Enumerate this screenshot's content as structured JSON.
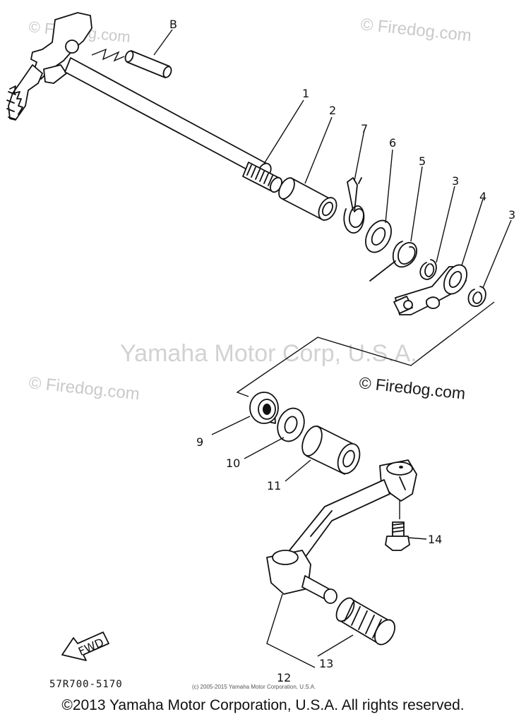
{
  "diagram": {
    "callouts": {
      "b": "B",
      "p1": "1",
      "p2": "2",
      "p3a": "3",
      "p3b": "3",
      "p4": "4",
      "p5": "5",
      "p6": "6",
      "p7": "7",
      "p9": "9",
      "p10": "10",
      "p11": "11",
      "p12": "12",
      "p13": "13",
      "p14": "14"
    },
    "fwd_label": "FWD",
    "drawing_code": "57R700-5170"
  },
  "watermarks": {
    "firedog_light": "© Firedog.com",
    "firedog_dark": "© Firedog.com",
    "yamaha_center": "Yamaha Motor Corp, U.S.A.",
    "small_credit": "(c) 2005-2015 Yamaha Motor Corporation, U.S.A."
  },
  "footer": {
    "copyright": "©2013 Yamaha Motor Corporation, U.S.A. All rights reserved."
  }
}
